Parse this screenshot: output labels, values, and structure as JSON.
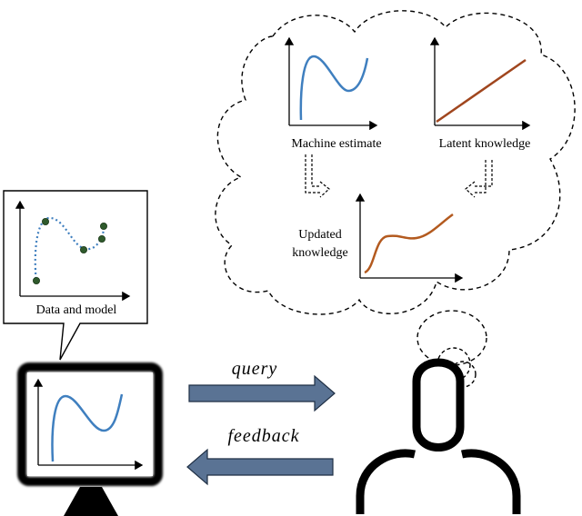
{
  "cloud": {
    "machine_estimate_label": "Machine estimate",
    "latent_knowledge_label": "Latent knowledge",
    "updated_knowledge_line1": "Updated",
    "updated_knowledge_line2": "knowledge"
  },
  "callout": {
    "data_and_model_label": "Data and model"
  },
  "arrows": {
    "query_label": "query",
    "feedback_label": "feedback"
  },
  "colors": {
    "model_curve": "#3f7fbf",
    "latent_line": "#a0461e",
    "updated_curve": "#b35a1f",
    "arrow_fill": "#5a7394",
    "data_point": "#2f5a2c",
    "outline": "#000000"
  },
  "icons": {
    "computer": "monitor-icon",
    "user": "person-icon",
    "thought": "thought-bubble"
  }
}
